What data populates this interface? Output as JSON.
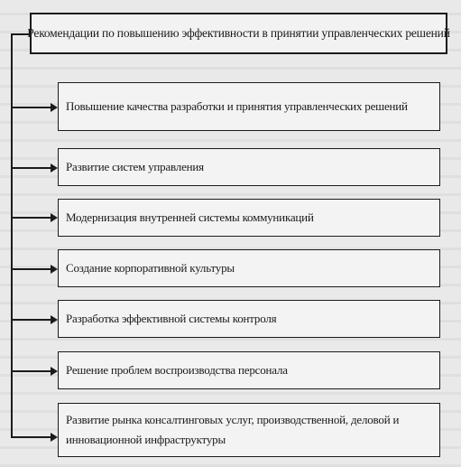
{
  "diagram": {
    "title": "Рекомендации по повышению эффективности в принятии управленческих решений",
    "recommendations": [
      "Повышение качества разработки и принятия управленческих решений",
      "Развитие систем управления",
      "Модернизация внутренней системы коммуникаций",
      "Создание корпоративной культуры",
      "Разработка эффективной системы контроля",
      "Решение проблем воспроизводства персонала",
      "Развитие рынка консалтинговых услуг, производственной, деловой и инновационной инфраструктуры"
    ]
  }
}
